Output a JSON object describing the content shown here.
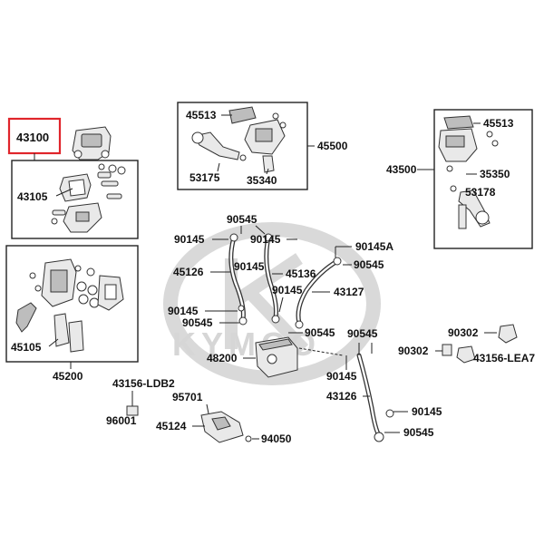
{
  "watermark": {
    "brand": "KYMCO"
  },
  "highlight_color": "#e0252b",
  "labels": {
    "p43100": "43100",
    "p43105": "43105",
    "p45200": "45200",
    "p45105": "45105",
    "p45513a": "45513",
    "p45500": "45500",
    "p53175": "53175",
    "p35340": "35340",
    "p45513b": "45513",
    "p43500": "43500",
    "p35350": "35350",
    "p53178": "53178",
    "p90545a": "90545",
    "p90145a": "90145",
    "p90145b": "90145",
    "p90145A": "90145A",
    "p90545b": "90545",
    "p45126": "45126",
    "p90145c": "90145",
    "p45136": "45136",
    "p90145d": "90145",
    "p43127": "43127",
    "p90145e": "90145",
    "p90545c": "90545",
    "p90545d": "90545",
    "p90545e": "90545",
    "p48200": "48200",
    "p90145f": "90145",
    "p43126": "43126",
    "p90145g": "90145",
    "p90545f": "90545",
    "p90302a": "90302",
    "p90302b": "90302",
    "p43156LEA7": "43156-LEA7",
    "p43156LDB2": "43156-LDB2",
    "p95701": "95701",
    "p96001": "96001",
    "p45124": "45124",
    "p94050": "94050"
  }
}
